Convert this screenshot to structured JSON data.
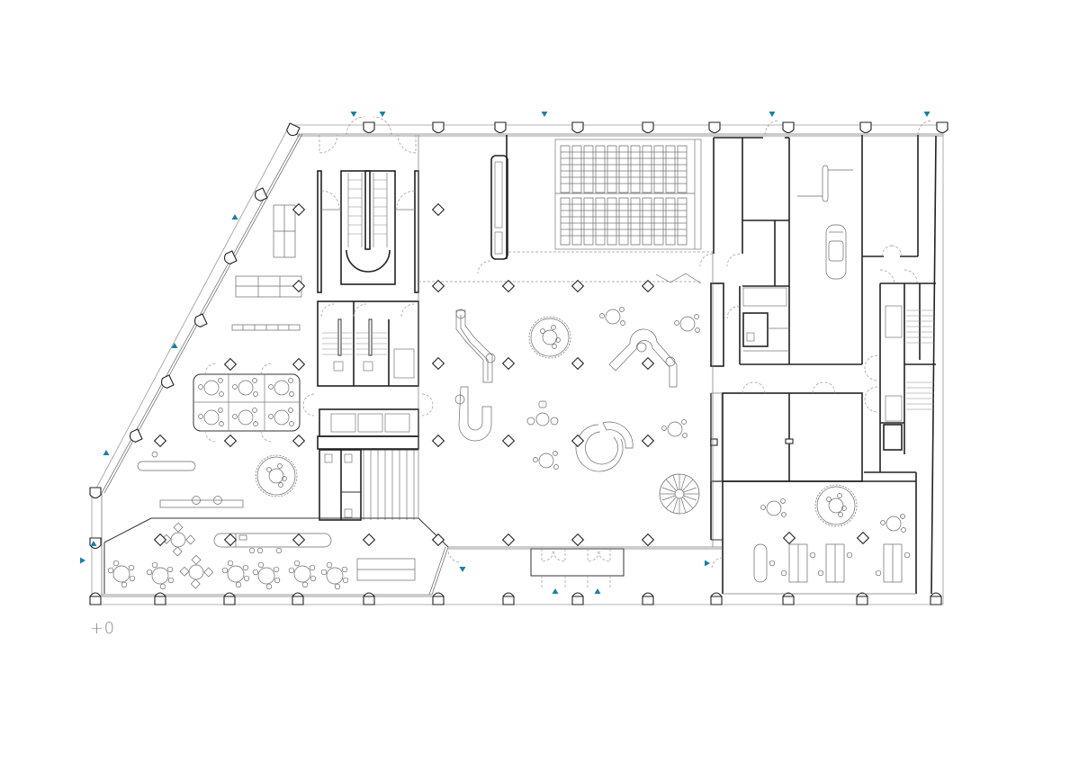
{
  "drawing": {
    "type": "architectural floor plan",
    "level_label": "+0",
    "colors": {
      "walls": "#222222",
      "furniture": "#6a6a6a",
      "facade": "#9a9a9a",
      "entrance_marker": "#1a7fa6",
      "label": "#8a8a8a",
      "background": "#ffffff"
    }
  },
  "chart_data": {
    "type": "table",
    "title": "Floor plan level +0",
    "zones": [
      {
        "name": "auditorium-seating",
        "rows": 12,
        "seat_blocks": 2
      },
      {
        "name": "central-stair-escalator-core"
      },
      {
        "name": "twin-stair-cores"
      },
      {
        "name": "lift-lobby"
      },
      {
        "name": "wc-block"
      },
      {
        "name": "open-hall-with-informal-seating"
      },
      {
        "name": "spiral-stair"
      },
      {
        "name": "vehicle-loading-bay"
      },
      {
        "name": "east-wc-block"
      },
      {
        "name": "east-stair-core"
      },
      {
        "name": "east-meeting-rooms",
        "count": 2
      },
      {
        "name": "east-study-area"
      },
      {
        "name": "west-glazed-meeting-pods",
        "count": 6
      },
      {
        "name": "cafe-strip-south"
      },
      {
        "name": "south-entrance-vestibule"
      }
    ],
    "entrance_markers": 12
  }
}
